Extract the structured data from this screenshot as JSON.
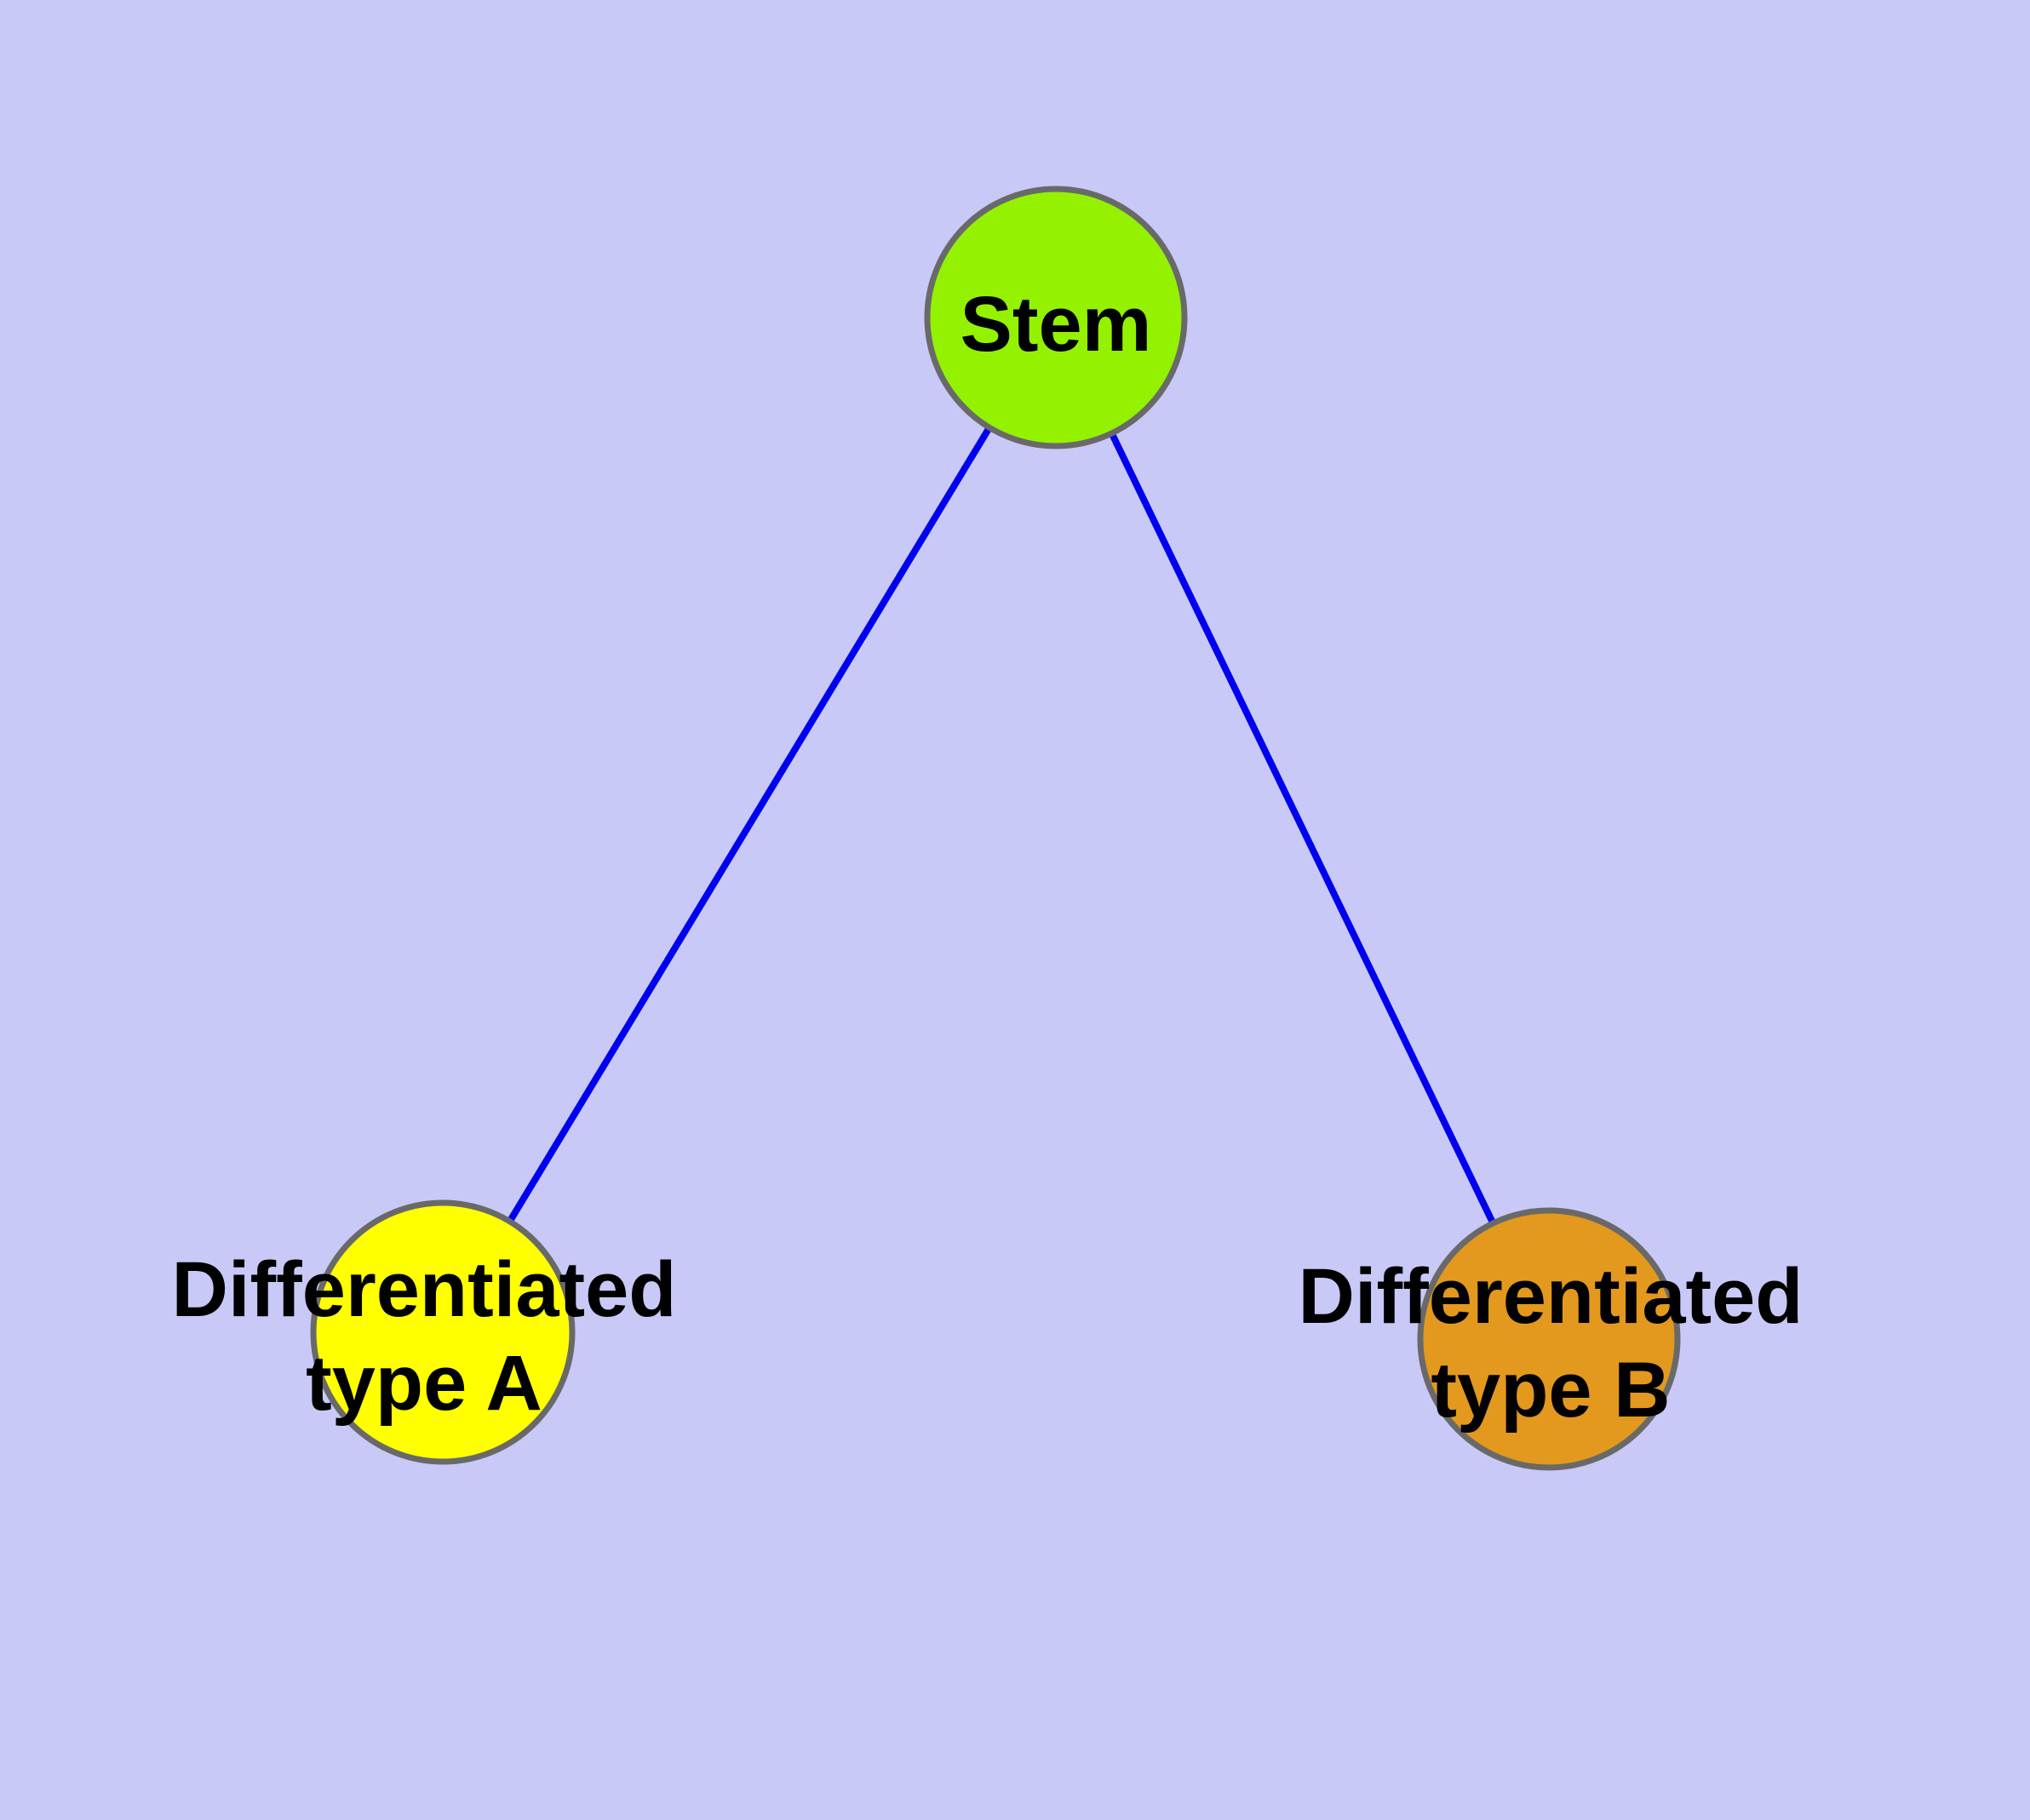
{
  "diagram": {
    "colors": {
      "background": "#c9c9f8",
      "edge": "#0000f0",
      "node_border": "#696969",
      "label_text": "#000000"
    },
    "nodes": {
      "stem": {
        "label": "Stem",
        "fill": "#94f200"
      },
      "type_a": {
        "label_line1": "Differentiated",
        "label_line2": "type A",
        "fill": "#ffff00"
      },
      "type_b": {
        "label_line1": "Differentiated",
        "label_line2": "type B",
        "fill": "#e2991e"
      }
    },
    "edges": [
      {
        "from": "stem",
        "to": "type_a"
      },
      {
        "from": "stem",
        "to": "type_b"
      }
    ]
  }
}
